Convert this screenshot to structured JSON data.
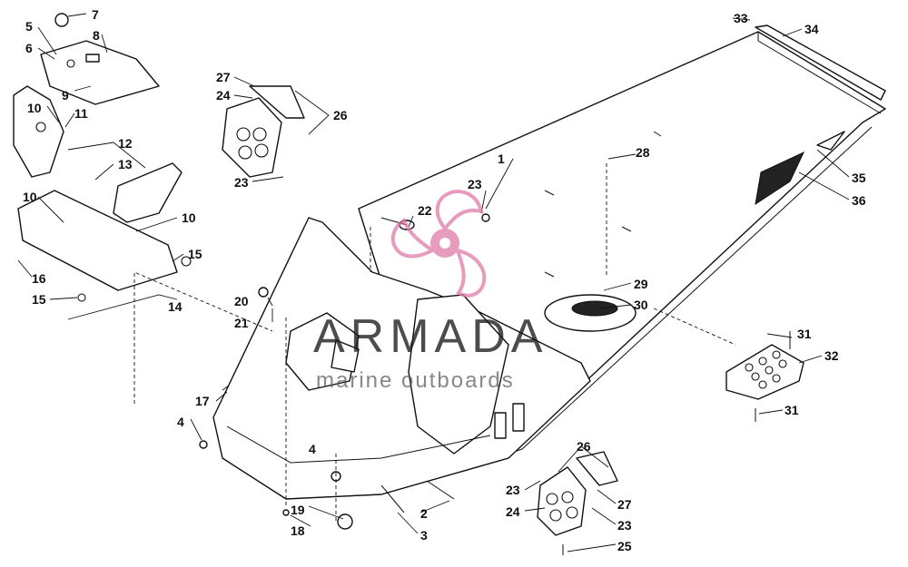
{
  "watermark": {
    "brand": "ARMADA",
    "tagline": "marine outboards",
    "logo_color": "#e07aa8"
  },
  "callouts": [
    "1",
    "2",
    "3",
    "4",
    "4",
    "5",
    "6",
    "7",
    "8",
    "9",
    "10",
    "10",
    "10",
    "11",
    "12",
    "13",
    "14",
    "15",
    "15",
    "16",
    "17",
    "18",
    "19",
    "20",
    "21",
    "22",
    "23",
    "23",
    "23",
    "23",
    "24",
    "24",
    "25",
    "26",
    "26",
    "27",
    "27",
    "28",
    "29",
    "30",
    "31",
    "31",
    "32",
    "33",
    "34",
    "35",
    "36"
  ]
}
